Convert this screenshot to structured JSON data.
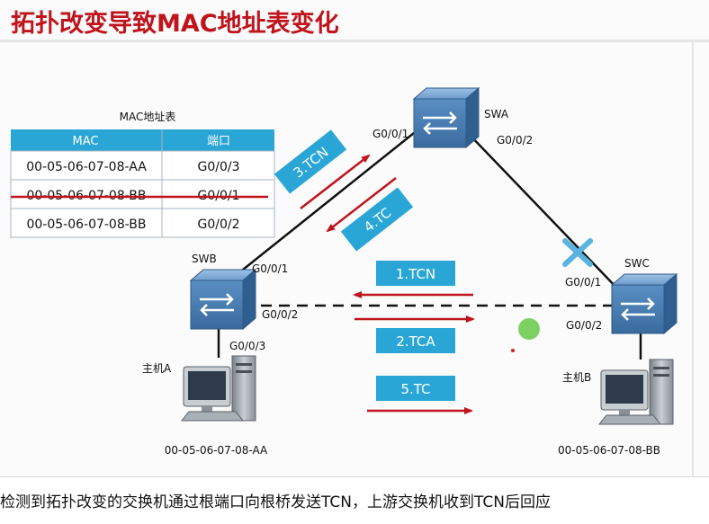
{
  "title": "拓扑改变导致MAC地址表变化",
  "caption": "检测到拓扑改变的交换机通过根端口向根桥发送TCN，上游交换机收到TCN后回应",
  "mac_table": {
    "title": "MAC地址表",
    "headers": [
      "MAC",
      "端口"
    ],
    "rows": [
      {
        "mac": "00-05-06-07-08-AA",
        "port": "G0/0/3",
        "struck": false
      },
      {
        "mac": "00-05-06-07-08-BB",
        "port": "G0/0/1",
        "struck": true
      },
      {
        "mac": "00-05-06-07-08-BB",
        "port": "G0/0/2",
        "struck": false
      }
    ]
  },
  "switches": {
    "swa": {
      "name": "SWA",
      "port_left": "G0/0/1",
      "port_right": "G0/0/2"
    },
    "swb": {
      "name": "SWB",
      "port_top": "G0/0/1",
      "port_right": "G0/0/2",
      "port_bottom": "G0/0/3"
    },
    "swc": {
      "name": "SWC",
      "port_top": "G0/0/1",
      "port_left": "G0/0/2"
    }
  },
  "hosts": {
    "a": {
      "name": "主机A",
      "mac": "00-05-06-07-08-AA"
    },
    "b": {
      "name": "主机B",
      "mac": "00-05-06-07-08-BB"
    }
  },
  "messages": {
    "m1": "1.TCN",
    "m2": "2.TCA",
    "m3": "3.TCN",
    "m4": "4.TC",
    "m5": "5.TC"
  },
  "colors": {
    "title": "#c0141c",
    "badge": "#2aa6d6",
    "arrow": "#c0141c",
    "switch_body": "#4d82b8",
    "table_header": "#2aa6d6",
    "blocked_mark": "#5bb4e0",
    "dot_green": "#6fcc52",
    "strike": "#c0141c"
  }
}
